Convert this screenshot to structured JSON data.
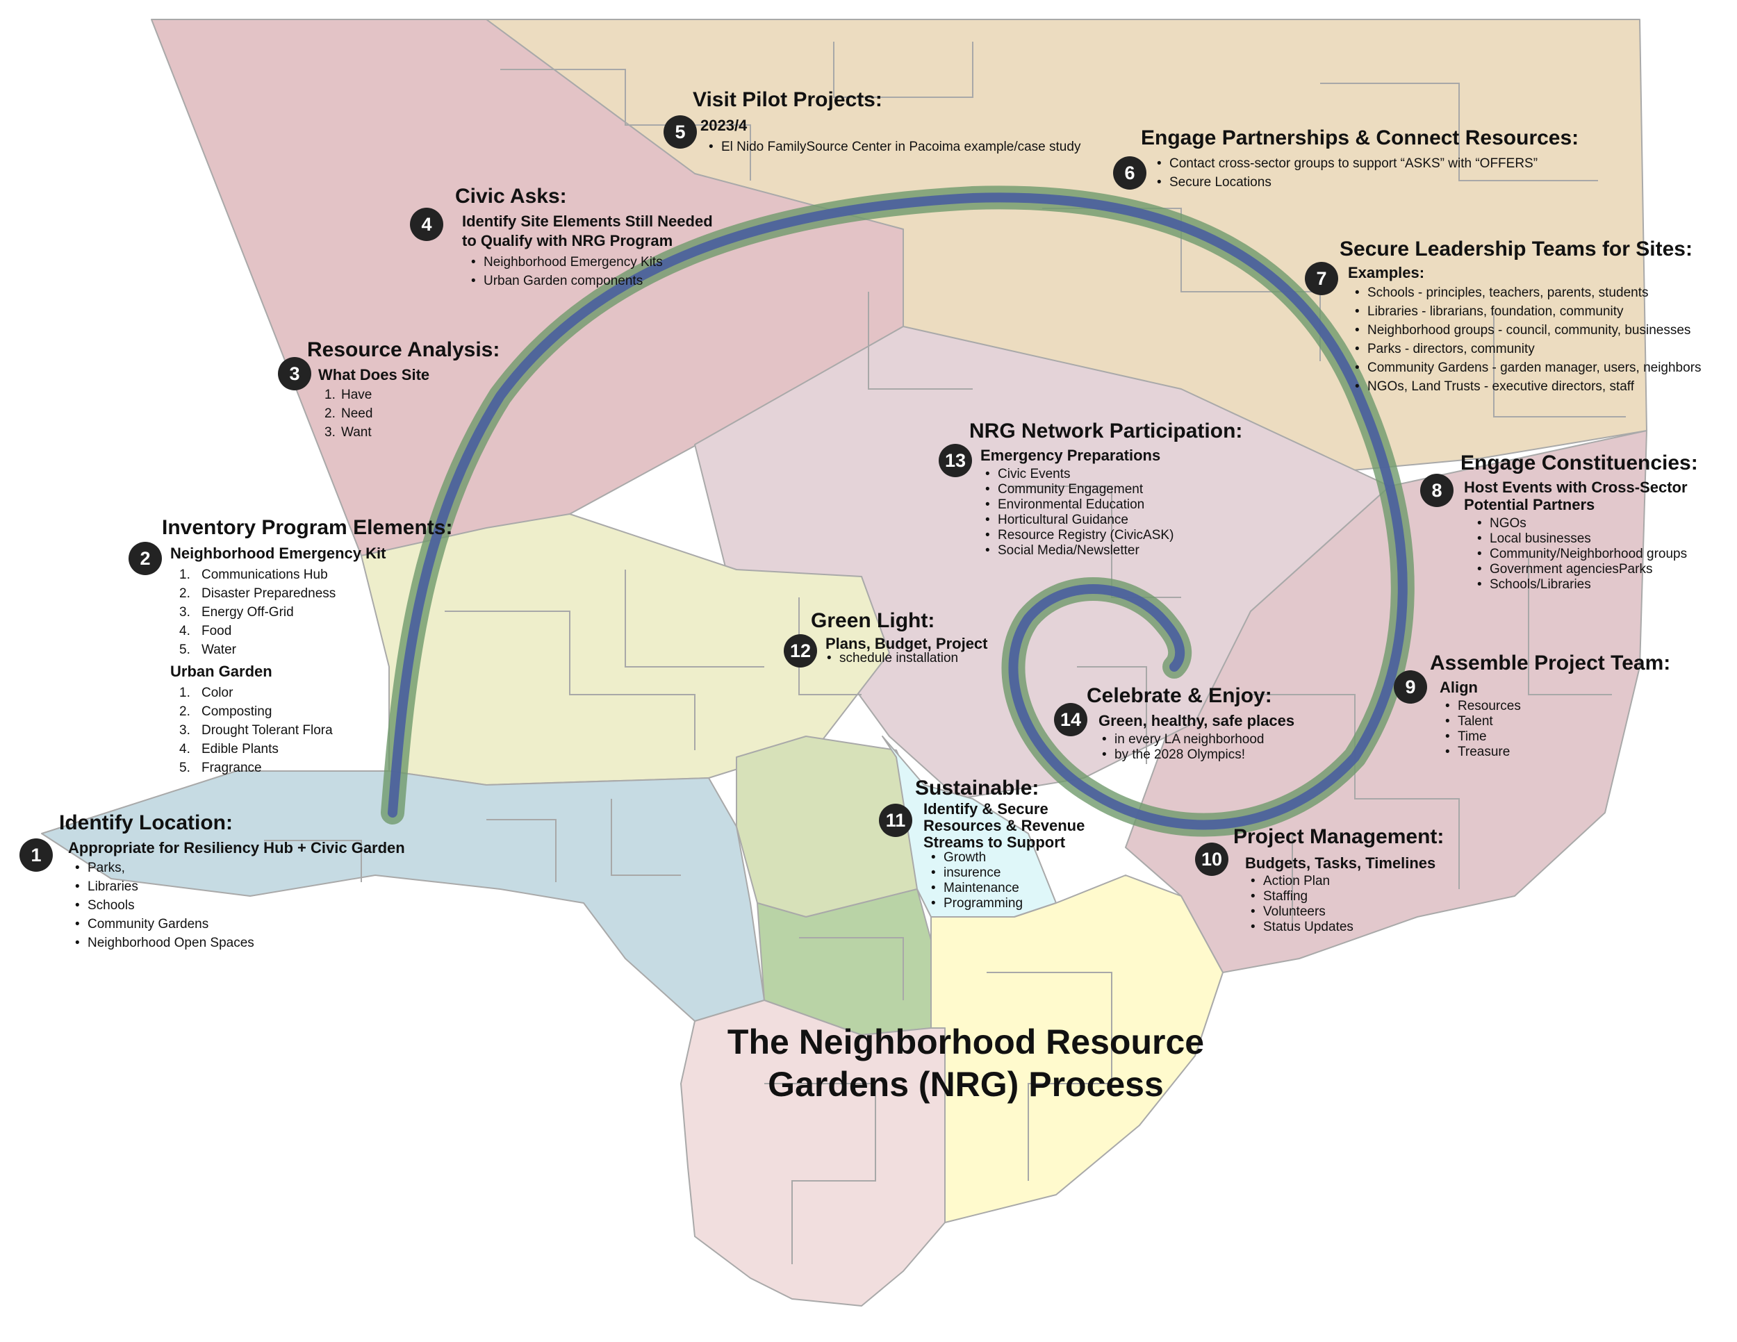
{
  "colors": {
    "region_west": "#c6dbe3",
    "region_valley": "#eeeecb",
    "region_northwest": "#e3c3c6",
    "region_north": "#ecdcc0",
    "region_central": "#e4d3d8",
    "region_east": "#e2c8cc",
    "region_metro": "#d7e1b9",
    "region_green": "#b9d3a6",
    "region_harbor": "#f1dede",
    "region_south": "#fffacd",
    "region_cyan": "#dff7f9",
    "spiral_outer": "#6f9a6c",
    "spiral_inner": "#4a5f9f",
    "marker": "#232323"
  },
  "diagram": {
    "title_line1": "The Neighborhood Resource",
    "title_line2": "Gardens (NRG) Process"
  },
  "steps": [
    {
      "n": "1",
      "title": "Identify Location:",
      "sub": "Appropriate for Resiliency Hub + Civic Garden",
      "items": [
        "Parks,",
        "Libraries",
        "Schools",
        "Community Gardens",
        "Neighborhood Open Spaces"
      ]
    },
    {
      "n": "2",
      "title": "Inventory Program Elements:",
      "sub": "Neighborhood Emergency Kit",
      "items": [
        "Communications Hub",
        "Disaster Preparedness",
        "Energy Off-Grid",
        "Food",
        "Water"
      ],
      "sub2": "Urban Garden",
      "items2": [
        "Color",
        "Composting",
        "Drought Tolerant Flora",
        "Edible Plants",
        "Fragrance"
      ]
    },
    {
      "n": "3",
      "title": "Resource Analysis:",
      "sub": "What Does Site",
      "items": [
        "Have",
        "Need",
        "Want"
      ]
    },
    {
      "n": "4",
      "title": "Civic Asks:",
      "sub": "Identify Site Elements Still Needed",
      "sub_b": "to Qualify with NRG Program",
      "items": [
        "Neighborhood Emergency Kits",
        "Urban Garden components"
      ]
    },
    {
      "n": "5",
      "title": "Visit Pilot Projects:",
      "sub": "2023/4",
      "items": [
        "El Nido FamilySource Center in Pacoima example/case study"
      ]
    },
    {
      "n": "6",
      "title": "Engage Partnerships & Connect Resources:",
      "items": [
        "Contact cross-sector groups to support “ASKS” with “OFFERS”",
        "Secure Locations"
      ]
    },
    {
      "n": "7",
      "title": "Secure Leadership Teams for Sites:",
      "sub": "Examples:",
      "items": [
        "Schools - principles, teachers, parents, students",
        "Libraries - librarians, foundation, community",
        "Neighborhood groups - council, community, businesses",
        "Parks - directors, community",
        "Community Gardens - garden manager, users, neighbors",
        "NGOs, Land Trusts - executive directors, staff"
      ]
    },
    {
      "n": "8",
      "title": "Engage Constituencies:",
      "sub": "Host Events with Cross-Sector",
      "sub_b": "Potential Partners",
      "items": [
        "NGOs",
        "Local businesses",
        "Community/Neighborhood groups",
        "Government agenciesParks",
        "Schools/Libraries"
      ]
    },
    {
      "n": "9",
      "title": "Assemble Project Team:",
      "sub": "Align",
      "items": [
        "Resources",
        "Talent",
        "Time",
        "Treasure"
      ]
    },
    {
      "n": "10",
      "title": "Project Management:",
      "sub": "Budgets, Tasks, Timelines",
      "items": [
        "Action Plan",
        "Staffing",
        "Volunteers",
        "Status Updates"
      ]
    },
    {
      "n": "11",
      "title": "Sustainable:",
      "sub": "Identify & Secure",
      "sub_b": "Resources & Revenue",
      "sub_c": "Streams to Support",
      "items": [
        "Growth",
        "insurence",
        "Maintenance",
        "Programming"
      ]
    },
    {
      "n": "12",
      "title": "Green Light:",
      "sub": "Plans, Budget, Project",
      "items": [
        "schedule installation"
      ]
    },
    {
      "n": "13",
      "title": "NRG Network Participation:",
      "sub": "Emergency Preparations",
      "items": [
        "Civic Events",
        "Community Engagement",
        "Environmental Education",
        "Horticultural Guidance",
        "Resource Registry (CivicASK)",
        "Social Media/Newsletter"
      ]
    },
    {
      "n": "14",
      "title": "Celebrate & Enjoy:",
      "sub": "Green, healthy, safe places",
      "items": [
        "in every LA neighborhood",
        "by the 2028 Olympics!"
      ]
    }
  ]
}
